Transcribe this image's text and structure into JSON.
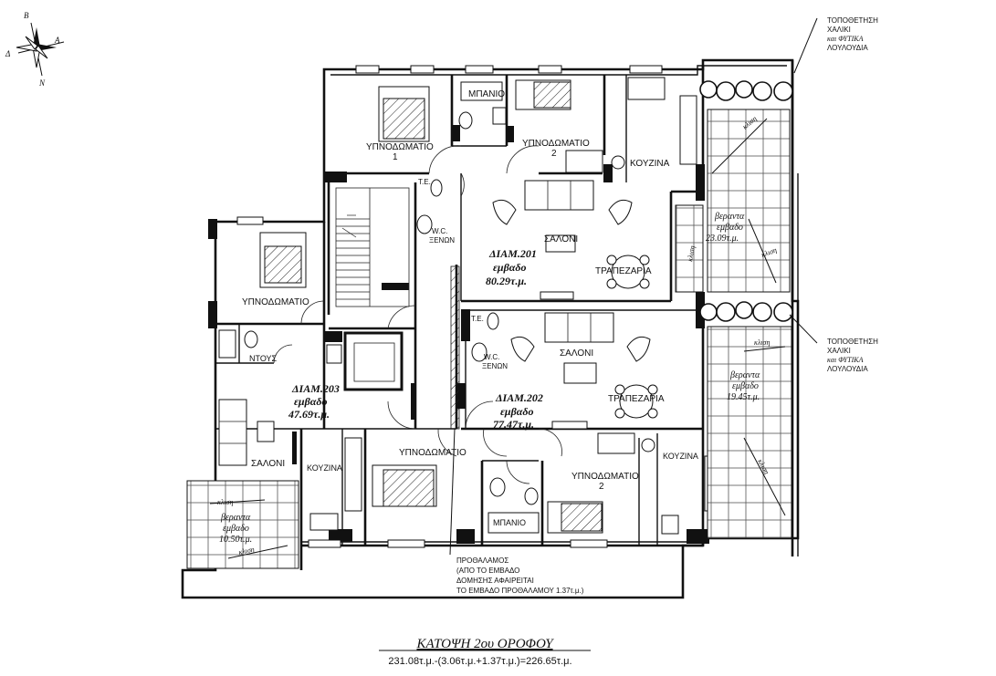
{
  "compass": {
    "labels": [
      "Β",
      "Α",
      "Δ",
      "Ν"
    ]
  },
  "rooms": {
    "apt201_bedroom1": "ΥΠΝΟΔΩΜΑΤΙΟ",
    "apt201_bedroom1_num": "1",
    "apt201_bath": "ΜΠΑΝΙΟ",
    "apt201_bedroom2": "ΥΠΝΟΔΩΜΑΤΙΟ",
    "apt201_bedroom2_num": "2",
    "apt201_kitchen": "ΚΟΥΖΙΝΑ",
    "apt201_living": "ΣΑΛΟΝΙ",
    "apt201_dining": "ΤΡΑΠΕΖΑΡΙΑ",
    "apt201_te": "Τ.Ε.",
    "apt201_wc": "W.C.",
    "apt201_wc2": "ΞΕΝΩΝ",
    "apt203_bedroom": "ΥΠΝΟΔΩΜΑΤΙΟ",
    "apt203_shower": "ΝΤΟΥΣ",
    "apt203_living": "ΣΑΛΟΝΙ",
    "apt203_kitchen": "ΚΟΥΖΙΝΑ",
    "apt202_te": "Τ.Ε.",
    "apt202_wc": "W.C.",
    "apt202_wc2": "ΞΕΝΩΝ",
    "apt202_living": "ΣΑΛΟΝΙ",
    "apt202_dining": "ΤΡΑΠΕΖΑΡΙΑ",
    "apt202_bedroom1": "ΥΠΝΟΔΩΜΑΤΙΟ",
    "apt202_bedroom2": "ΥΠΝΟΔΩΜΑΤΙΟ",
    "apt202_bedroom2_num": "2",
    "apt202_bath": "ΜΠΑΝΙΟ",
    "apt202_kitchen": "ΚΟΥΖΙΝΑ"
  },
  "apartments": [
    {
      "name": "ΔΙΑΜ.201",
      "label": "εμβαδο",
      "area": "80.29τ.μ."
    },
    {
      "name": "ΔΙΑΜ.202",
      "label": "εμβαδο",
      "area": "77.47τ.μ."
    },
    {
      "name": "ΔΙΑΜ.203",
      "label": "εμβαδο",
      "area": "47.69τ.μ."
    }
  ],
  "verandas": [
    {
      "title": "βεραντα",
      "label": "εμβαδο",
      "area": "23.09τ.μ."
    },
    {
      "title": "βεραντα",
      "label": "εμβαδο",
      "area": "19.45τ.μ."
    },
    {
      "title": "βεραντα",
      "label": "εμβαδο",
      "area": "10.50τ.μ."
    }
  ],
  "slope_label": "κλιση",
  "planting_note": [
    "ΤΟΠΟΘΕΤΗΣΗ",
    "ΧΑΛΙΚΙ",
    "και ΦΥΤΙΚΑ",
    "ΛΟΥΛΟΥΔΙΑ"
  ],
  "projection_note": [
    "ΠΡΟΘΑΛΑΜΟΣ",
    "(ΑΠΟ ΤΟ ΕΜΒΑΔΟ",
    "ΔΟΜΗΣΗΣ ΑΦΑΙΡΕΙΤΑΙ",
    "ΤΟ ΕΜΒΑΔΟ ΠΡΟΘΑΛΑΜΟΥ 1.37τ.μ.)"
  ],
  "footer": {
    "title": "ΚΑΤΟΨΗ 2ου ΟΡΟΦΟΥ",
    "calc": "231.08τ.μ.-(3.06τ.μ.+1.37τ.μ.)=226.65τ.μ."
  }
}
